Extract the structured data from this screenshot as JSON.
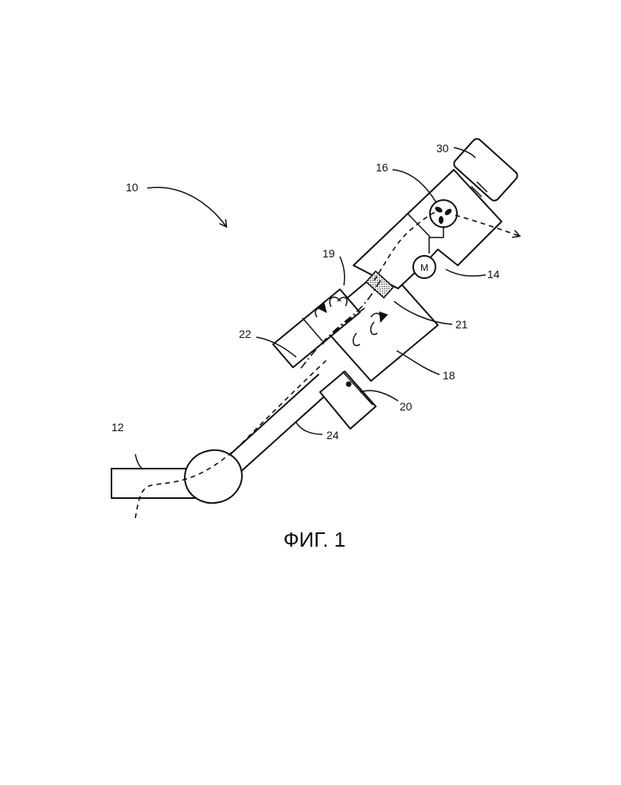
{
  "labels": {
    "l10": "10",
    "l12": "12",
    "l14": "14",
    "l16": "16",
    "l18": "18",
    "l19": "19",
    "l20": "20",
    "l21": "21",
    "l22": "22",
    "l24": "24",
    "l30": "30"
  },
  "motor_symbol": "M",
  "caption": "ФИГ. 1"
}
